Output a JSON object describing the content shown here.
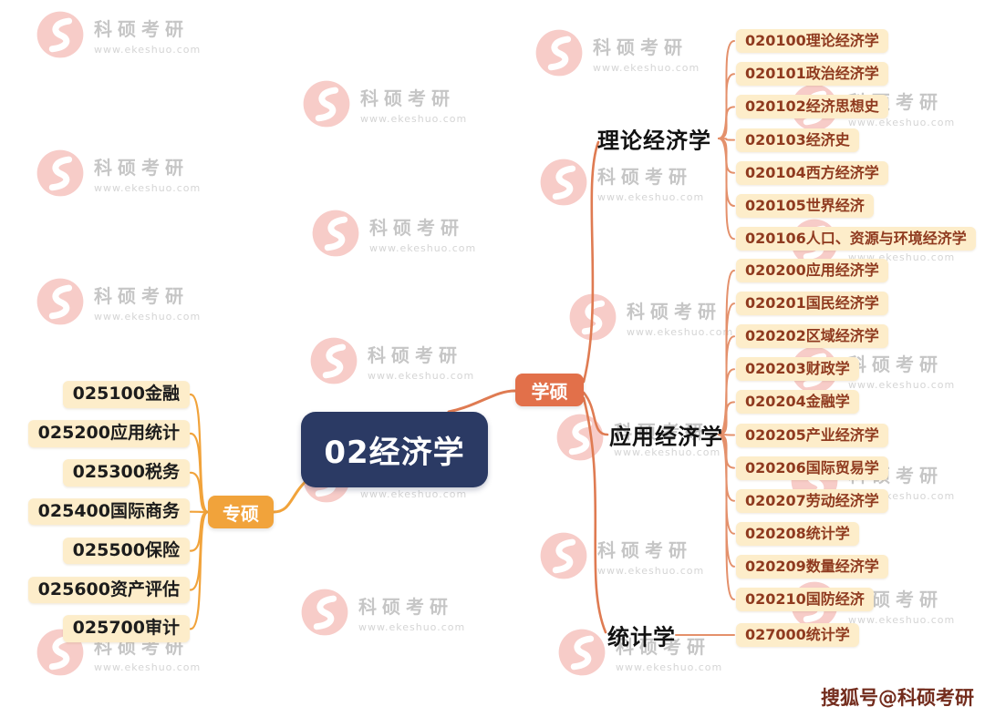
{
  "root": {
    "label": "02经济学"
  },
  "left_branch": {
    "label": "专硕",
    "children": [
      "025100金融",
      "025200应用统计",
      "025300税务",
      "025400国际商务",
      "025500保险",
      "025600资产评估",
      "025700审计"
    ]
  },
  "right_branch": {
    "label": "学硕",
    "groups": [
      {
        "label": "理论经济学",
        "children": [
          "020100理论经济学",
          "020101政治经济学",
          "020102经济思想史",
          "020103经济史",
          "020104西方经济学",
          "020105世界经济",
          "020106人口、资源与环境经济学"
        ]
      },
      {
        "label": "应用经济学",
        "children": [
          "020200应用经济学",
          "020201国民经济学",
          "020202区域经济学",
          "020203财政学",
          "020204金融学",
          "020205产业经济学",
          "020206国际贸易学",
          "020207劳动经济学",
          "020208统计学",
          "020209数量经济学",
          "020210国防经济"
        ]
      },
      {
        "label": "统计学",
        "children": [
          "027000统计学"
        ]
      }
    ]
  },
  "watermark": {
    "brand": "科硕考研",
    "url": "www.ekeshuo.com"
  },
  "footer": {
    "credit": "搜狐号@科硕考研"
  },
  "colors": {
    "root_bg": "#2b3a64",
    "left_branch_bg": "#f1a33b",
    "right_branch_bg": "#e2704a",
    "leaf_bg": "#fdedca",
    "leaf_text_right": "#8f3a1f",
    "left_line": "#f1a33b",
    "right_line": "#df7b52",
    "leaf_line": "#e4906b",
    "watermark_logo": "#e4564b",
    "footer_text": "#732c1d"
  }
}
